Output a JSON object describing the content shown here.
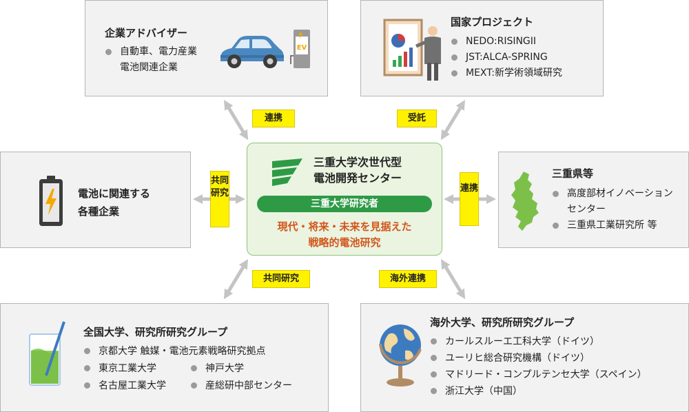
{
  "center": {
    "title_line1": "三重大学次世代型",
    "title_line2": "電池開発センター",
    "pill": "三重大学研究者",
    "mission_line1": "現代・将来・未来を見据えた",
    "mission_line2": "戦略的電池研究"
  },
  "boxes": {
    "advisors": {
      "title": "企業アドバイザー",
      "items": [
        "自動車、電力産業",
        "電池関連企業"
      ],
      "badge": "EV"
    },
    "national": {
      "title": "国家プロジェクト",
      "items": [
        "NEDO:RISINGII",
        "JST:ALCA-SPRING",
        "MEXT:新学術領域研究"
      ]
    },
    "battery_companies": {
      "line1": "電池に関連する",
      "line2": "各種企業"
    },
    "mie": {
      "title": "三重県等",
      "items": [
        "高度部材イノベーション",
        "センター",
        "三重県工業研究所 等"
      ]
    },
    "domestic": {
      "title": "全国大学、研究所研究グループ",
      "items": [
        "京都大学 触媒・電池元素戦略研究拠点",
        "東京工業大学",
        "神戸大学",
        "名古屋工業大学",
        "産総研中部センター"
      ]
    },
    "overseas": {
      "title": "海外大学、研究所研究グループ",
      "items": [
        "カールスルーエ工科大学（ドイツ）",
        "ユーリヒ総合研究機構（ドイツ）",
        "マドリード・コンプルテンセ大学（スペイン）",
        "浙江大学（中国）"
      ]
    }
  },
  "labels": {
    "top_left": "連携",
    "top_right": "受託",
    "left": "共同研究",
    "right": "連携",
    "bottom_left": "共同研究",
    "bottom_right": "海外連携"
  },
  "colors": {
    "box_bg": "#f2f2f2",
    "center_bg": "#eaf4e1",
    "accent_green": "#2e9a46",
    "label_yellow": "#fff200",
    "mission_orange": "#d2561a",
    "arrow_gray": "#c4c4c4"
  }
}
